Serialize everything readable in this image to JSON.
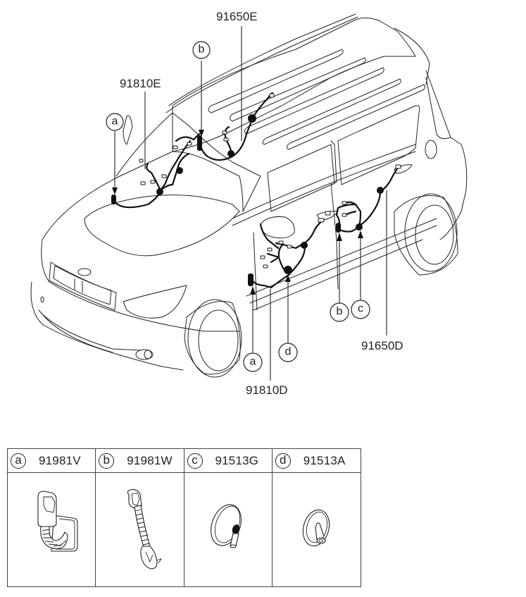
{
  "diagram": {
    "title": "Door / Roof Wiring Harness",
    "callouts": [
      {
        "id": "91650E",
        "label": "91650E"
      },
      {
        "id": "91810E",
        "label": "91810E"
      },
      {
        "id": "91810D",
        "label": "91810D"
      },
      {
        "id": "91650D",
        "label": "91650D"
      }
    ],
    "bubbles": {
      "a_top": "a",
      "b_top": "b",
      "a_bottom": "a",
      "d_bottom": "d",
      "b_bottom": "b",
      "c_bottom": "c"
    }
  },
  "parts_table": {
    "columns": [
      {
        "letter": "a",
        "part_no": "91981V",
        "icon": "grommet-bellows-icon"
      },
      {
        "letter": "b",
        "part_no": "91981W",
        "icon": "grommet-tube-icon"
      },
      {
        "letter": "c",
        "part_no": "91513G",
        "icon": "grommet-round-icon"
      },
      {
        "letter": "d",
        "part_no": "91513A",
        "icon": "grommet-cap-icon"
      }
    ]
  }
}
